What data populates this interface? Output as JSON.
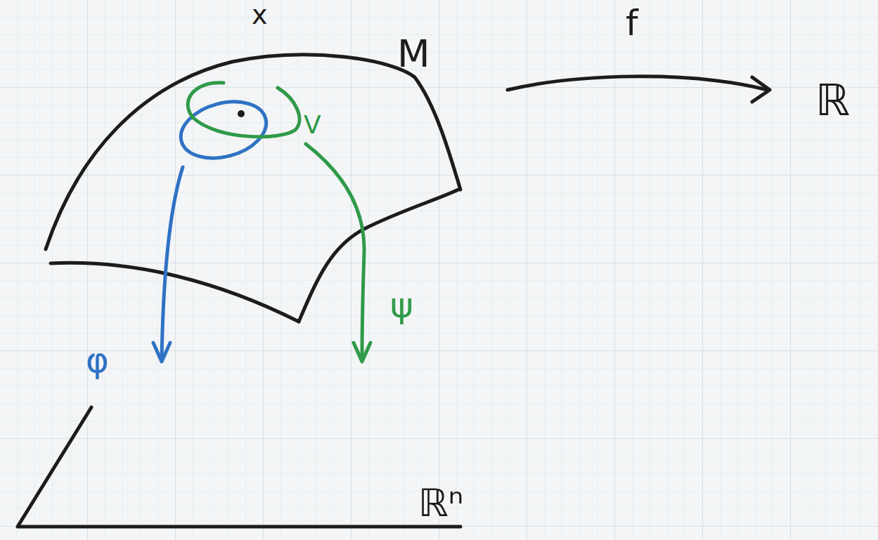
{
  "diagram": {
    "labels": [
      "M",
      "x",
      "V",
      "φ",
      "ψ",
      "f",
      "ℝ",
      "ℝⁿ"
    ]
  }
}
